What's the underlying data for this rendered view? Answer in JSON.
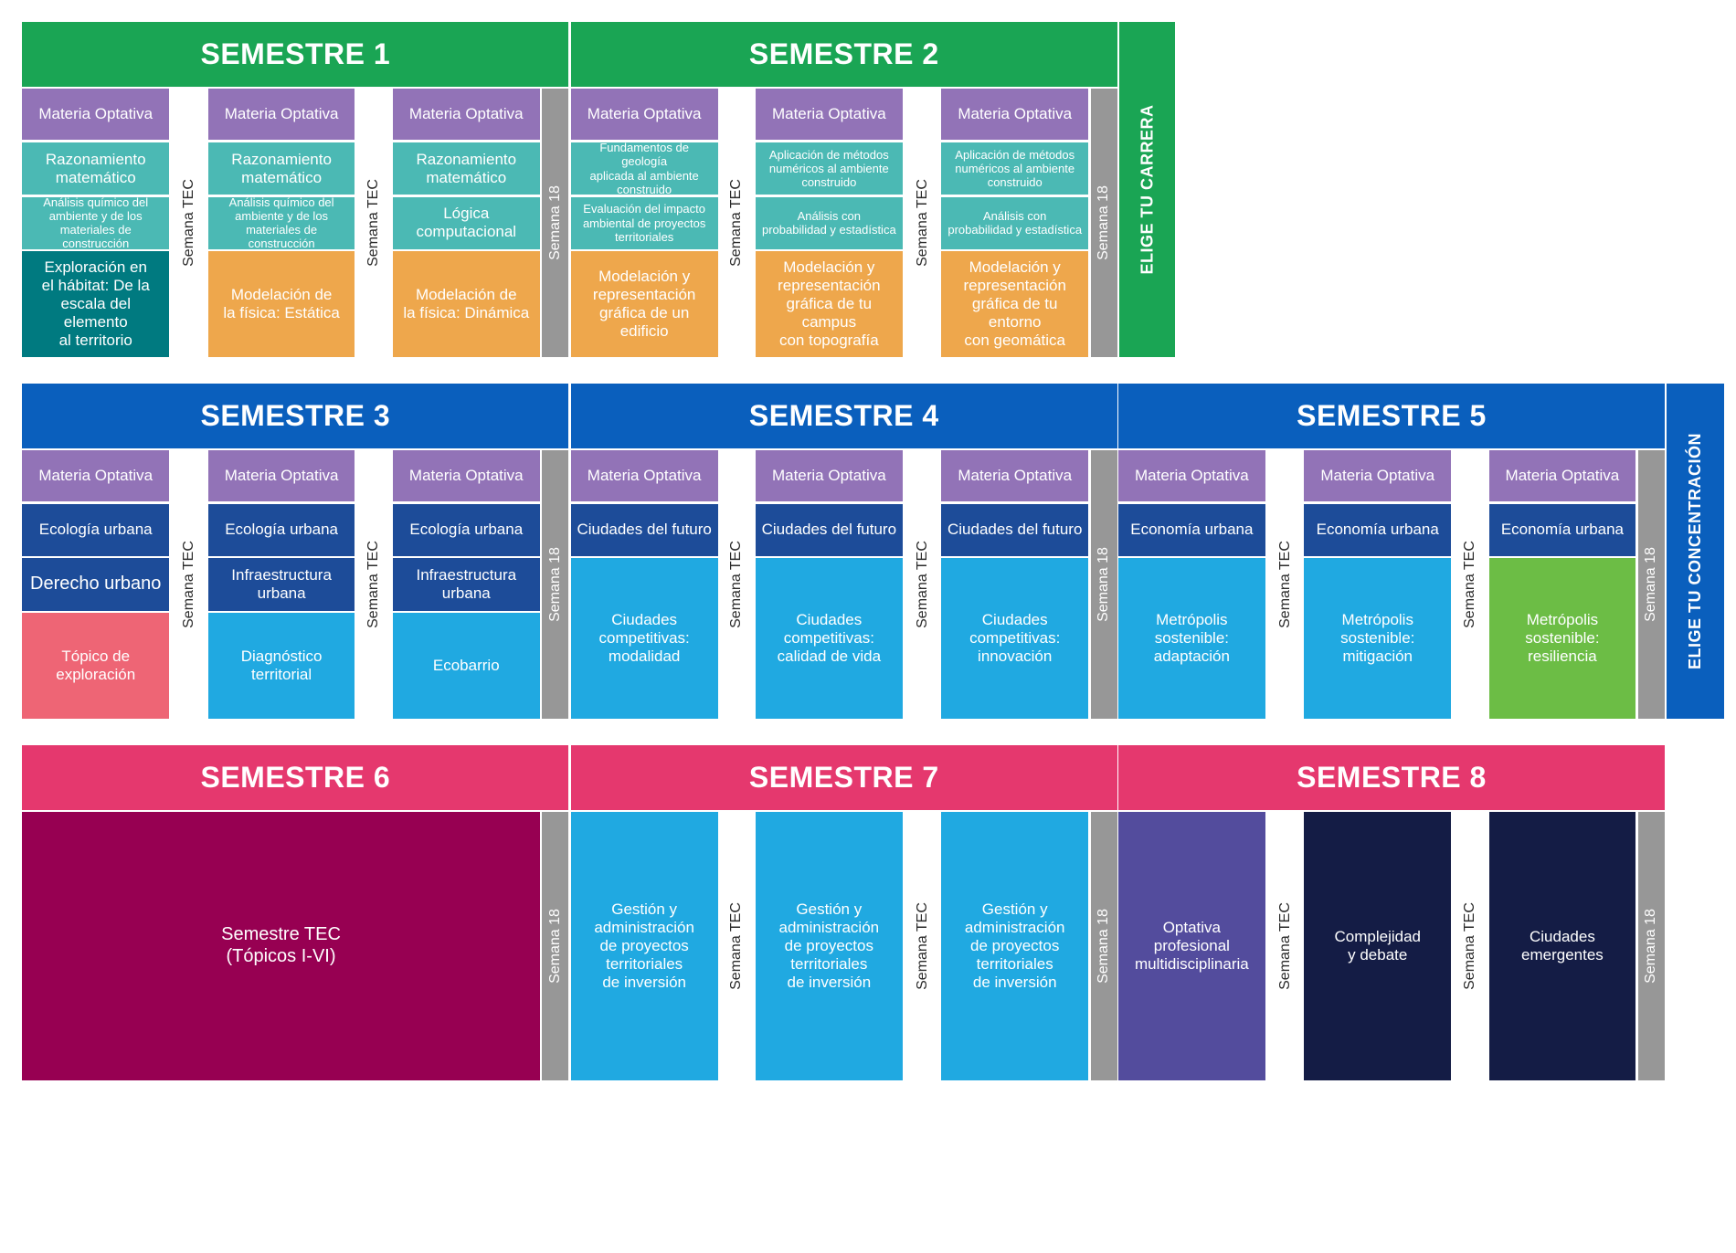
{
  "colors": {
    "green": "#1aa554",
    "blue": "#0a5fbd",
    "pink": "#e5386e",
    "purple_optativa": "#9273b7",
    "teal_light": "#4bb9b4",
    "teal_dark": "#007a80",
    "orange": "#eea74c",
    "navy": "#1d4c99",
    "sky": "#20a9e1",
    "salmon": "#ee6575",
    "lime": "#6cbd45",
    "maroon": "#970052",
    "violet": "#534c9d",
    "midnight": "#141c45",
    "gray": "#979797"
  },
  "labels": {
    "semana_tec": "Semana TEC",
    "semana_18": "Semana 18",
    "elige_carrera": "ELIGE TU CARRERA",
    "elige_concentracion": "ELIGE TU CONCENTRACIÓN"
  },
  "semesters": [
    {
      "title": "SEMESTRE 1"
    },
    {
      "title": "SEMESTRE 2"
    },
    {
      "title": "SEMESTRE 3"
    },
    {
      "title": "SEMESTRE 4"
    },
    {
      "title": "SEMESTRE 5"
    },
    {
      "title": "SEMESTRE 6"
    },
    {
      "title": "SEMESTRE 7"
    },
    {
      "title": "SEMESTRE 8"
    }
  ],
  "courses": {
    "materia_optativa": "Materia Optativa",
    "razonamiento_matematico": "Razonamiento\nmatemático",
    "analisis_quimico": "Análisis químico del\nambiente y de los\nmateriales de construcción",
    "exploracion_habitat": "Exploración en\nel hábitat: De la\nescala del elemento\nal territorio",
    "fisica_estatica": "Modelación de\nla física: Estática",
    "logica_computacional": "Lógica\ncomputacional",
    "fisica_dinamica": "Modelación de\nla física: Dinámica",
    "fundamentos_geologia": "Fundamentos de geología\naplicada al ambiente\nconstruido",
    "evaluacion_impacto": "Evaluación del impacto\nambiental de proyectos\nterritoriales",
    "modelacion_edificio": "Modelación y\nrepresentación\ngráfica de un edificio",
    "metodos_numericos": "Aplicación de métodos\nnuméricos al ambiente\nconstruido",
    "probabilidad": "Análisis con\nprobabilidad y estadística",
    "modelacion_campus": "Modelación y\nrepresentación\ngráfica de tu campus\ncon topografía",
    "modelacion_entorno": "Modelación y\nrepresentación\ngráfica de tu entorno\ncon geomática",
    "ecologia_urbana": "Ecología urbana",
    "derecho_urbano": "Derecho urbano",
    "topico_exploracion": "Tópico de\nexploración",
    "infraestructura_urbana": "Infraestructura\nurbana",
    "diagnostico_territorial": "Diagnóstico\nterritorial",
    "ecobarrio": "Ecobarrio",
    "ciudades_futuro": "Ciudades del futuro",
    "competitivas_modalidad": "Ciudades\ncompetitivas:\nmodalidad",
    "competitivas_calidad": "Ciudades\ncompetitivas:\ncalidad de vida",
    "competitivas_innovacion": "Ciudades\ncompetitivas:\ninnovación",
    "economia_urbana": "Economía urbana",
    "metropolis_adaptacion": "Metrópolis\nsostenible:\nadaptación",
    "metropolis_mitigacion": "Metrópolis\nsostenible:\nmitigación",
    "metropolis_resiliencia": "Metrópolis\nsostenible:\nresiliencia",
    "semestre_tec": "Semestre TEC\n(Tópicos I-VI)",
    "gestion_proyectos": "Gestión y\nadministración\nde proyectos\nterritoriales\nde inversión",
    "optativa_profesional": "Optativa\nprofesional\nmultidisciplinaria",
    "complejidad_debate": "Complejidad\ny debate",
    "ciudades_emergentes": "Ciudades\nemergentes"
  }
}
